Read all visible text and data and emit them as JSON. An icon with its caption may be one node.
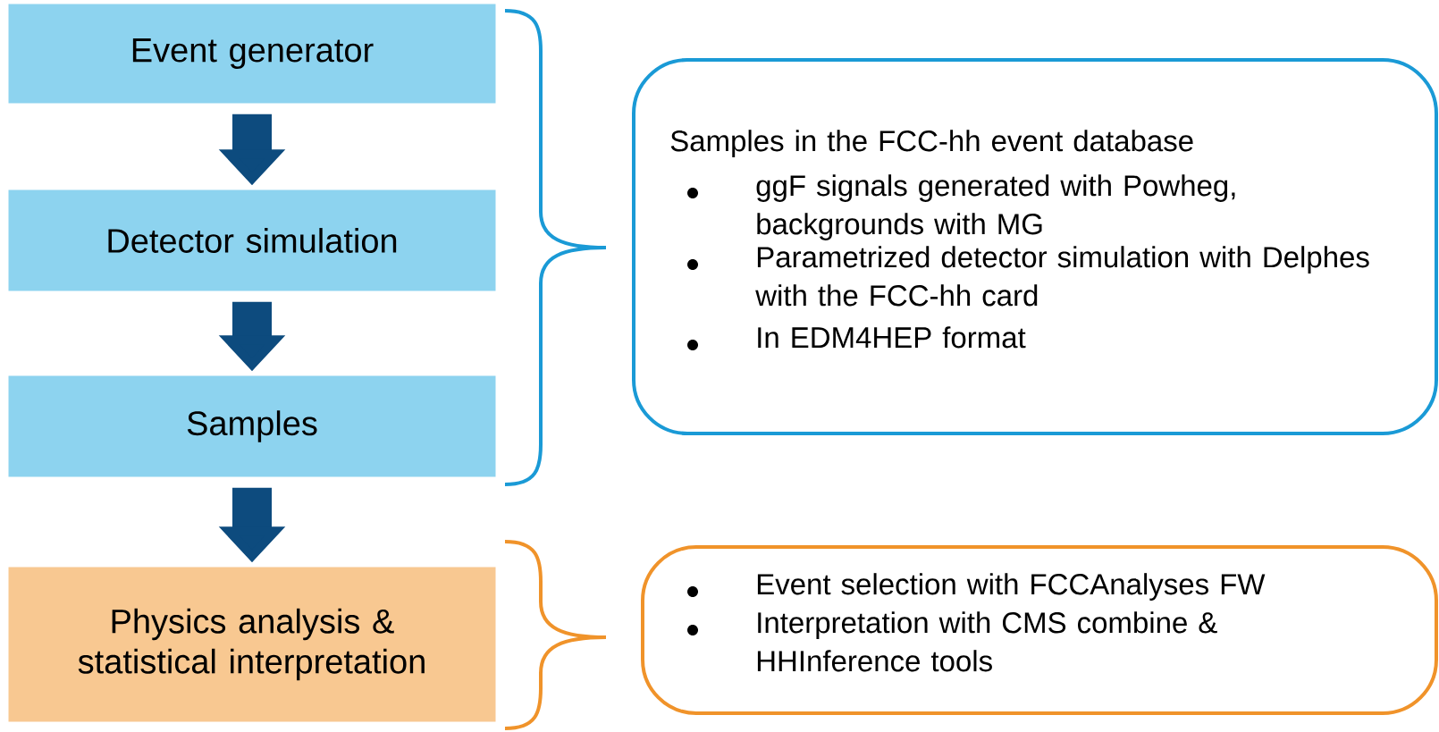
{
  "diagram": {
    "nodes": [
      {
        "text": [
          "Event generator"
        ]
      },
      {
        "text": [
          "Detector simulation"
        ]
      },
      {
        "text": [
          "Samples"
        ]
      },
      {
        "text": [
          "Physics analysis & statistical interpretation"
        ]
      },
      {
        "text": [
          "Samples in the FCC-hh event database",
          "ggF signals generated with Powheg, backgrounds with MG",
          "Parametrized detector simulation with Delphes with the FCC-hh card",
          "In EDM4HEP format"
        ]
      },
      {
        "text": [
          "Event selection with FCCAnalyses FW",
          "Interpretation with CMS combine & HHInference tools"
        ]
      }
    ],
    "edges": [
      {
        "from": 0,
        "to": 1,
        "arrow": "to"
      },
      {
        "from": 1,
        "to": 2,
        "arrow": "to"
      },
      {
        "from": 2,
        "to": 3,
        "arrow": "to"
      }
    ]
  }
}
